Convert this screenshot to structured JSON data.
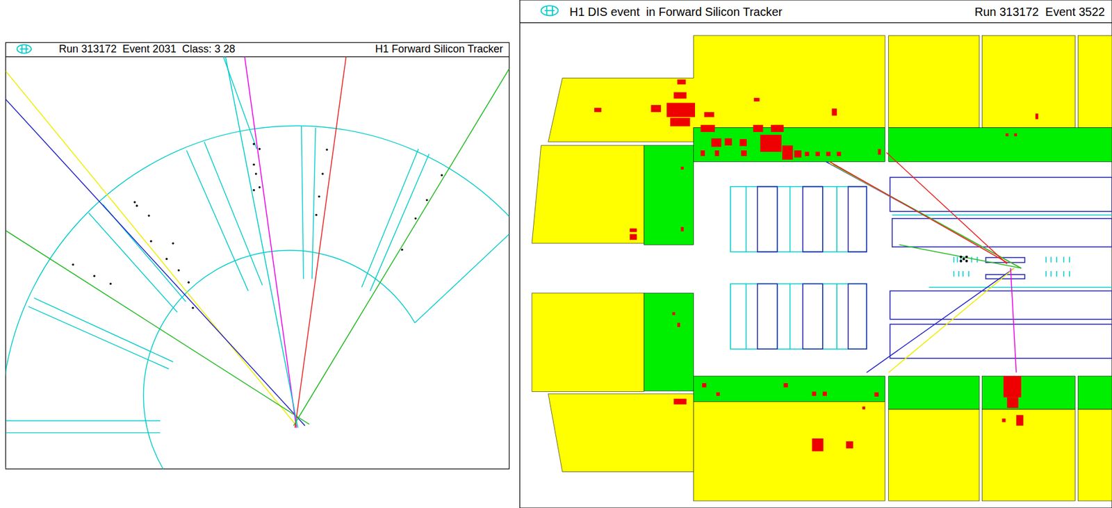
{
  "diagram": {
    "labels": [
      "Run 313172  Event 2031  Class: 3 28",
      "H1 Forward Silicon Tracker",
      "H1 DIS event  in Forward Silicon Tracker",
      "Run 313172  Event 3522"
    ]
  }
}
